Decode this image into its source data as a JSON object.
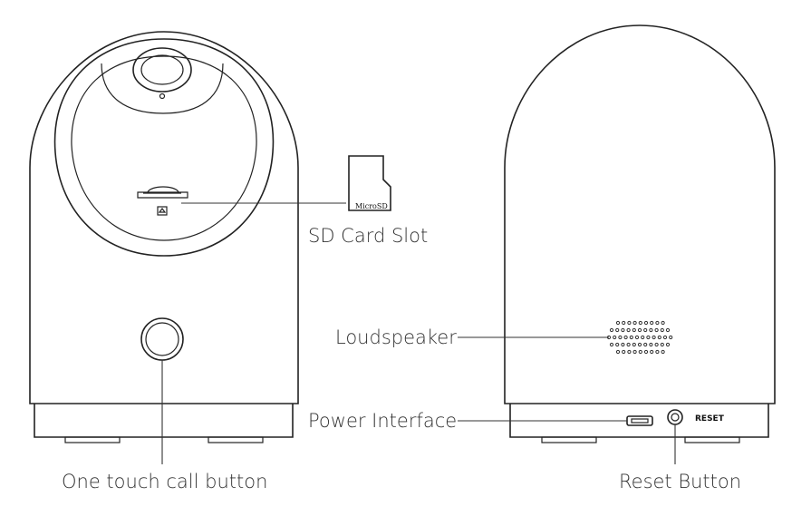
{
  "labels": {
    "sd_card_slot": "SD Card Slot",
    "loudspeaker": "Loudspeaker",
    "power_interface": "Power Interface",
    "one_touch_call_button": "One touch call button",
    "reset_button": "Reset Button"
  },
  "card_text": "MicroSD",
  "reset_text": "RESET"
}
